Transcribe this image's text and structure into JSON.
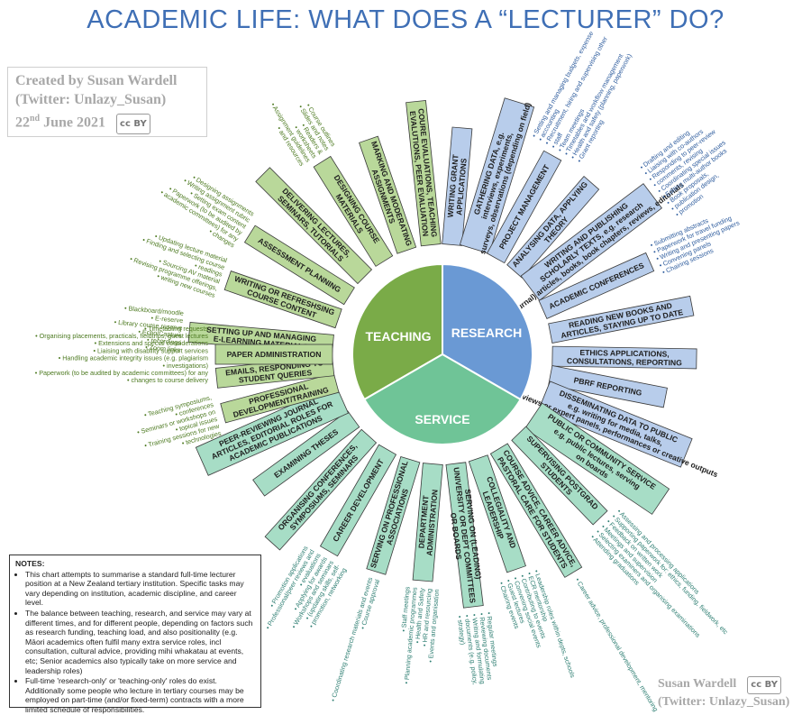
{
  "title": "ACADEMIC LIFE: WHAT DOES A “LECTURER” DO?",
  "credit": {
    "line1": "Created by Susan Wardell",
    "line2": "(Twitter: Unlazy_Susan)",
    "date_day": "22",
    "date_sup": "nd",
    "date_rest": " June 2021",
    "cc_label": "cc BY"
  },
  "footer": {
    "line1": "Susan Wardell",
    "line2": "(Twitter: Unlazy_Susan)",
    "cc_label": "cc BY"
  },
  "colors": {
    "teaching": "#7aab48",
    "research": "#6a99d4",
    "service": "#6fc497",
    "teaching_box": "#b9d89a",
    "research_box": "#b8cdeb",
    "service_box": "#a7ddc6",
    "teaching_text": "#4d7a21",
    "research_text": "#2f5d9e",
    "service_text": "#2f7f73"
  },
  "pie": {
    "teaching_label": "TEACHING",
    "research_label": "RESEARCH",
    "service_label": "SERVICE"
  },
  "spokes": [
    {
      "cat": "t",
      "label": "SETTING UP AND MANAGING E-LEARNING MATERIALS",
      "subs": [
        "Blackboard/moodle",
        "E-reserve",
        "Library course reserve",
        "Echo/Capture",
        "recordings",
        "Zoom links"
      ]
    },
    {
      "cat": "t",
      "label": "WRITING OR REFRESHSING COURSE CONTENT",
      "subs": [
        "Updating lecture material",
        "Finding and selecting course",
        "readings",
        "Sourcing AV material",
        "Revising programme offerings,",
        "writing new courses"
      ]
    },
    {
      "cat": "t",
      "label": "ASSESSMENT PLANNING",
      "subs": [
        "Designing assignments",
        "Writing assignment rubric",
        "Setting exam content",
        "Paperwork (to be audited by",
        "academic committees) for any",
        "changes"
      ]
    },
    {
      "cat": "t",
      "label": "DELIVERING LECTURES, SEMINARS, TUTORIALS",
      "subs": []
    },
    {
      "cat": "t",
      "label": "DESIGNING COURSE MATERIALS",
      "subs": [
        "Course outlines",
        "Slides and notes",
        "Readers &",
        "worksheets",
        "Assignment guidelines",
        "and resources"
      ]
    },
    {
      "cat": "t",
      "label": "MARKING AND MODERATING ASSIGNMENTS",
      "subs": []
    },
    {
      "cat": "t",
      "label": "COURE EVALUATIONS, TEACHING EVALUTIONS, PEER EVALUATION",
      "subs": []
    },
    {
      "cat": "r",
      "label": "WRITING GRANT APPLICATIONS",
      "subs": []
    },
    {
      "cat": "r",
      "label": "GATHERING DATA, e.g. interviews, experiments, surveys, observations (depending on field)",
      "subs": []
    },
    {
      "cat": "r",
      "label": "PROJECT MANAGEMENT",
      "subs": [
        "Setting and managing budgets, expense",
        "accounting",
        "Recruitment, hiring and supervising other",
        "staff",
        "Team meetings",
        "Timetables and workflow management",
        "Health and safety (planning, paperwork)",
        "Grant reporting"
      ]
    },
    {
      "cat": "r",
      "label": "ANALYSING DATA, APPLYING THEORY",
      "subs": []
    },
    {
      "cat": "r",
      "label": "WRITING AND PUBLISHING SCHOLARLY TEXTS, e.g. research (journal) articles, books, book chapters, reviews, editorials",
      "subs": [
        "Drafting and editing",
        "Liaising with co-authors",
        "Responding to peer-review",
        "comments, revising",
        "Coordinating special issues",
        "Editing multi-author books",
        "Book proposals,",
        "publication design,",
        "promotion"
      ]
    },
    {
      "cat": "r",
      "label": "ACADEMIC CONFERENCES",
      "subs": [
        "Submitting abstracts",
        "Paperwork for travel funding",
        "Writing and presenting papers",
        "Convening panels",
        "Chairing sessions"
      ]
    },
    {
      "cat": "r",
      "label": "READING NEW BOOKS AND ARTICLES, STAYING UP TO DATE",
      "subs": []
    },
    {
      "cat": "r",
      "label": "ETHICS APPLICATIONS, CONSULTATIONS, REPORTING",
      "subs": []
    },
    {
      "cat": "r",
      "label": "PBRF REPORTING",
      "subs": []
    },
    {
      "cat": "r",
      "label": "DISSEMINATING DATA TO PUBLIC e.g. writing for media, talks, interviews or expert panels, performances or creative outputs",
      "subs": []
    },
    {
      "cat": "s",
      "label": "PUBLIC OR COMMUNITY SERVICE e.g. public lectures, serving on boards",
      "subs": []
    },
    {
      "cat": "s",
      "label": "SUPERVISING POSTGRAD STUDENTS",
      "subs": [
        "Assessing and processing applications",
        "Supporting paperwork for: ethics, funding, fieldwork, etc",
        "Feedback on written work",
        "Meetings and supervision",
        "Selecting examiners and organising examinations",
        "Attending graduations"
      ]
    },
    {
      "cat": "s",
      "label": "COURSE ADVICE, CAREER ADVICE, PASTORAL CARE FOR STUDENTS",
      "subs": [
        "Career advice, professional development, mentoring"
      ]
    },
    {
      "cat": "s",
      "label": "COLLEGIALITY AND LEADERSHIP",
      "subs": [
        "Leadership roles within depts, schools",
        "ECR mentorship",
        "Contributing to events",
        "Convening social events",
        "Guest lectures",
        "Chairing events"
      ]
    },
    {
      "cat": "s",
      "label": "SERVING ON (LEADING) UNIVERSITY OR DEPT COMMITTEES OR BOARDS",
      "subs": [
        "Regular meetings",
        "Reviewing documents",
        "Writing and formulating",
        "documents (e.g. policy,",
        "strategy)"
      ]
    },
    {
      "cat": "s",
      "label": "DEPARTMENT ADMINISTRATION",
      "subs": [
        "Staff meetings",
        "Planning academic programmes",
        "Health and Safety",
        "HR and resourcing",
        "Events and organisation"
      ]
    },
    {
      "cat": "s",
      "label": "SERVING ON PROFESSIONAL ASSOCIATIONS",
      "subs": [
        "Coordinating research materials and events",
        "Course approval"
      ]
    },
    {
      "cat": "s",
      "label": "CAREER DEVELOPMENT",
      "subs": [
        "Promotion applications",
        "Professional/peer reviews and",
        "evaluations",
        "Applying for awards",
        "Workshops and seminars",
        "(updating skills, self-",
        "promotion, networking"
      ]
    },
    {
      "cat": "s",
      "label": "ORGANISING CONFERENCES, SYMPOSIUMS, SEMINARS",
      "subs": []
    },
    {
      "cat": "s",
      "label": "EXAMINING THESES",
      "subs": []
    },
    {
      "cat": "s",
      "label": "PEER-REVIEWING JOURNAL ARTICLES, EDITORIAL ROLES FOR ACADEMIC PUBLICATIONS",
      "subs": []
    },
    {
      "cat": "t",
      "label": "PROFESSIONAL DEVELOPMENT/TRAINING",
      "subs": [
        "Teaching symposiums,",
        "conferences",
        "Seminars or workshops on",
        "topical issues",
        "Training sessions for new",
        "technologies"
      ]
    },
    {
      "cat": "t",
      "label": "EMAILS, RESPONDING TO  STUDENT QUERIES",
      "subs": []
    },
    {
      "cat": "t",
      "label": "PAPER ADMINISTRATION",
      "subs": [
        "Timetabling requests",
        "Organising placements, practicals, fieldtrips, guest lectures",
        "Extensions and special considerations",
        "Liaising with disability support services",
        "Handling academic integrity issues (e.g. plagiarism",
        "investigations)",
        "Paperwork (to be audited by academic committees) for any",
        "changes to course delivery"
      ]
    }
  ],
  "notes": {
    "heading": "NOTES:",
    "items": [
      "This chart attempts to summarise a standard full-time lecturer position at a New Zealand tertiary institution. Specific tasks may vary depending on institution, academic discipline, and career level.",
      "The balance between teaching, research, and service may vary at different times, and for different people, depending on factors such as research funding, teaching load, and also positionality (e.g. Māori academics often fulfil many extra service roles, incl consultation, cultural advice, providing mihi whakatau at events, etc; Senior academics also typically take on more service and leadership roles)",
      "Full-time 'research-only' or 'teaching-only' roles do exist. Additionally some people who lecture in tertiary courses may be employed on part-time (and/or fixed-term) contracts with a more limited schedule of responsibilities."
    ]
  }
}
